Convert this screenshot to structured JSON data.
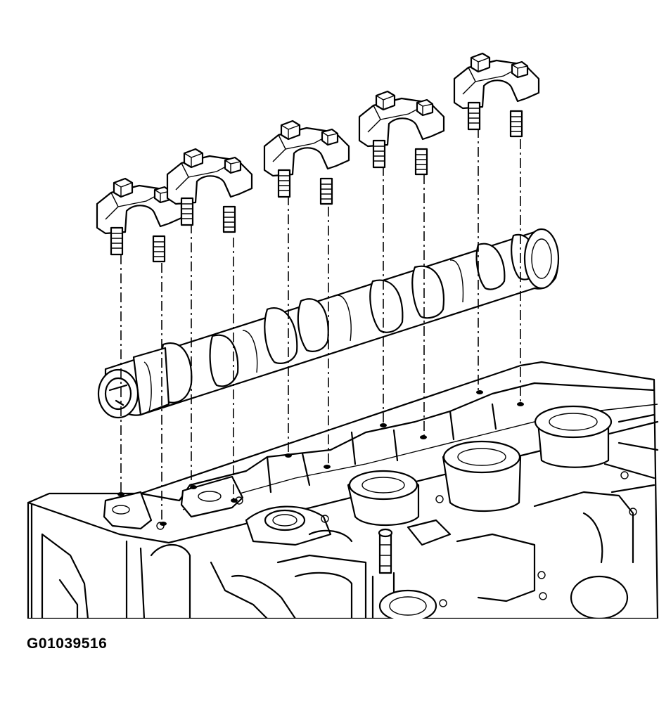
{
  "figure": {
    "id_label": "G01039516"
  },
  "parts": {
    "cap_count": 5,
    "components": [
      "camshaft",
      "camshaft-bearing-cap",
      "cap-bolt",
      "cylinder-head"
    ]
  },
  "colors": {
    "line": "#000000",
    "background": "#ffffff"
  }
}
